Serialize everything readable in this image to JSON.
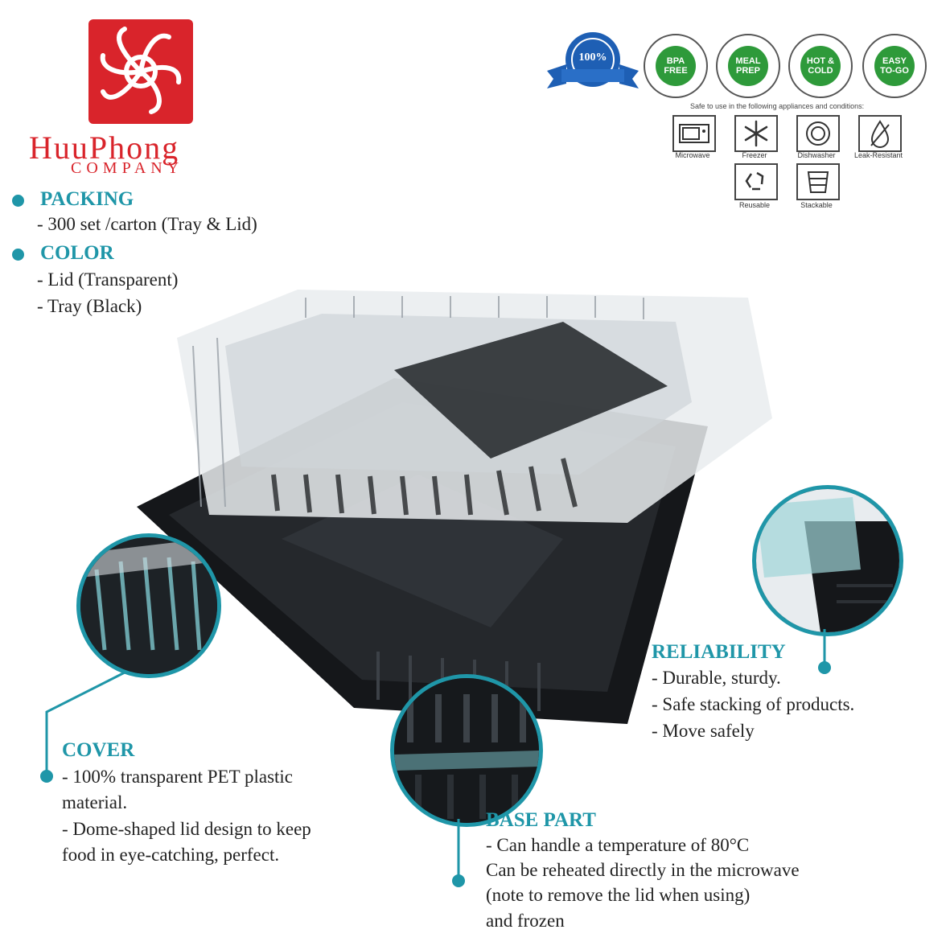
{
  "brand": {
    "name": "HuuPhong",
    "sub": "COMPANY"
  },
  "packing": {
    "heading": "PACKING",
    "lines": [
      "- 300 set /carton (Tray & Lid)"
    ]
  },
  "color": {
    "heading": "COLOR",
    "lines": [
      "- Lid (Transparent)",
      "- Tray (Black)"
    ]
  },
  "badges": [
    {
      "icon": "quality-100-ribbon-icon",
      "text": "100%",
      "color": "#1e5fb4"
    },
    {
      "icon": "bpa-free-badge-icon",
      "text": "BPA FREE",
      "color": "#2e9a3a"
    },
    {
      "icon": "meal-prep-badge-icon",
      "text": "MEAL PREP",
      "color": "#2e9a3a"
    },
    {
      "icon": "hot-cold-badge-icon",
      "text": "HOT & COLD",
      "color": "#2e9a3a"
    },
    {
      "icon": "easy-to-go-badge-icon",
      "text": "EASY TO-GO",
      "color": "#2e9a3a"
    }
  ],
  "safe_text": "Safe to use in the following appliances and conditions:",
  "appliances": [
    {
      "icon": "microwave-icon",
      "label": "Microwave"
    },
    {
      "icon": "freezer-icon",
      "label": "Freezer"
    },
    {
      "icon": "dishwasher-icon",
      "label": "Dishwasher"
    },
    {
      "icon": "leak-resistant-icon",
      "label": "Leak-Resistant"
    },
    {
      "icon": "reusable-icon",
      "label": "Reusable"
    },
    {
      "icon": "stackable-icon",
      "label": "Stackable"
    }
  ],
  "reliability": {
    "heading": "RELIABILITY",
    "lines": [
      "- Durable, sturdy.",
      "- Safe stacking of products.",
      "- Move safely"
    ]
  },
  "cover": {
    "heading": "COVER",
    "lines": [
      "- 100% transparent PET plastic",
      "material.",
      "- Dome-shaped lid design to keep",
      "food in eye-catching, perfect."
    ]
  },
  "base": {
    "heading": "BASE PART",
    "lines": [
      "- Can handle a temperature of 80°C",
      "Can be reheated directly in the microwave",
      "(note to remove the lid when using)",
      "and frozen"
    ]
  },
  "colors": {
    "teal": "#1f96a8",
    "red": "#d9242b",
    "green": "#2e9a3a",
    "blue": "#1e5fb4"
  }
}
